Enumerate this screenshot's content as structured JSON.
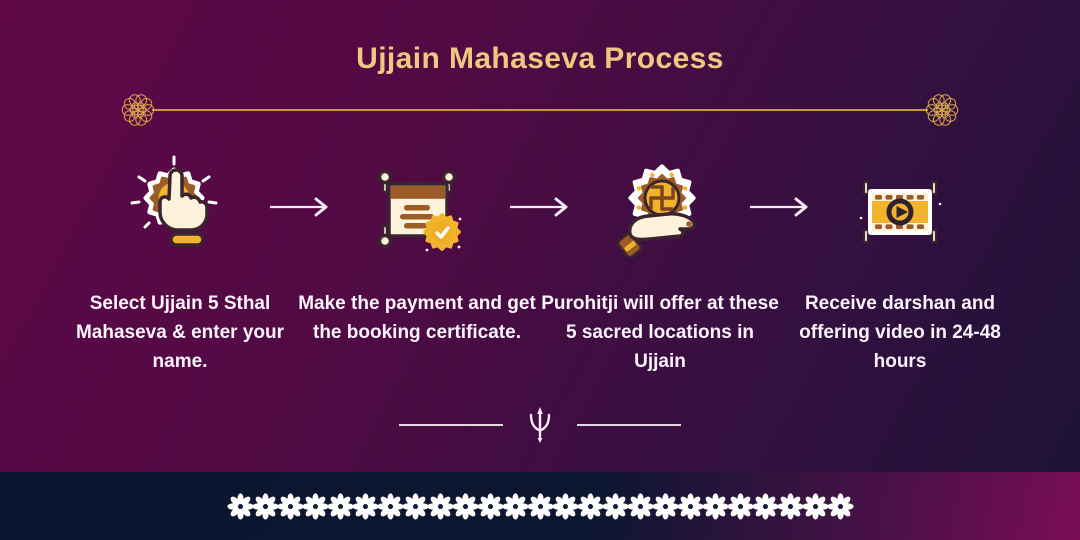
{
  "page": {
    "title": "Ujjain Mahaseva Process"
  },
  "steps": [
    {
      "icon": "select-click-icon",
      "text": "Select Ujjain 5 Sthal Mahaseva & enter your name."
    },
    {
      "icon": "payment-certificate-icon",
      "text": "Make the payment and get the booking certificate."
    },
    {
      "icon": "offering-lotus-hand-icon",
      "text": "Purohitji will offer at these 5 sacred locations in Ujjain"
    },
    {
      "icon": "darshan-video-icon",
      "text": "Receive darshan and offering video in 24-48 hours"
    }
  ],
  "decor": {
    "rosette_icon": "mandala-rosette-icon",
    "arrow_icon": "arrow-right-icon",
    "trident_icon": "trishul-icon",
    "flower_glyph": "eight-petal-flower",
    "flower_count": 25
  },
  "colors": {
    "background_top_left": "#5f0747",
    "background_bottom_right": "#1b1236",
    "footer_navy": "#0b1530",
    "footer_magenta": "#7a0d55",
    "title_gold": "#efc87f",
    "line_gold": "#c9973f",
    "icon_cream": "#fdf3dc",
    "icon_brown": "#9c5c28",
    "icon_yellow": "#f2b32c",
    "icon_outline": "#3a2430",
    "text_white": "#fbf4fa"
  }
}
